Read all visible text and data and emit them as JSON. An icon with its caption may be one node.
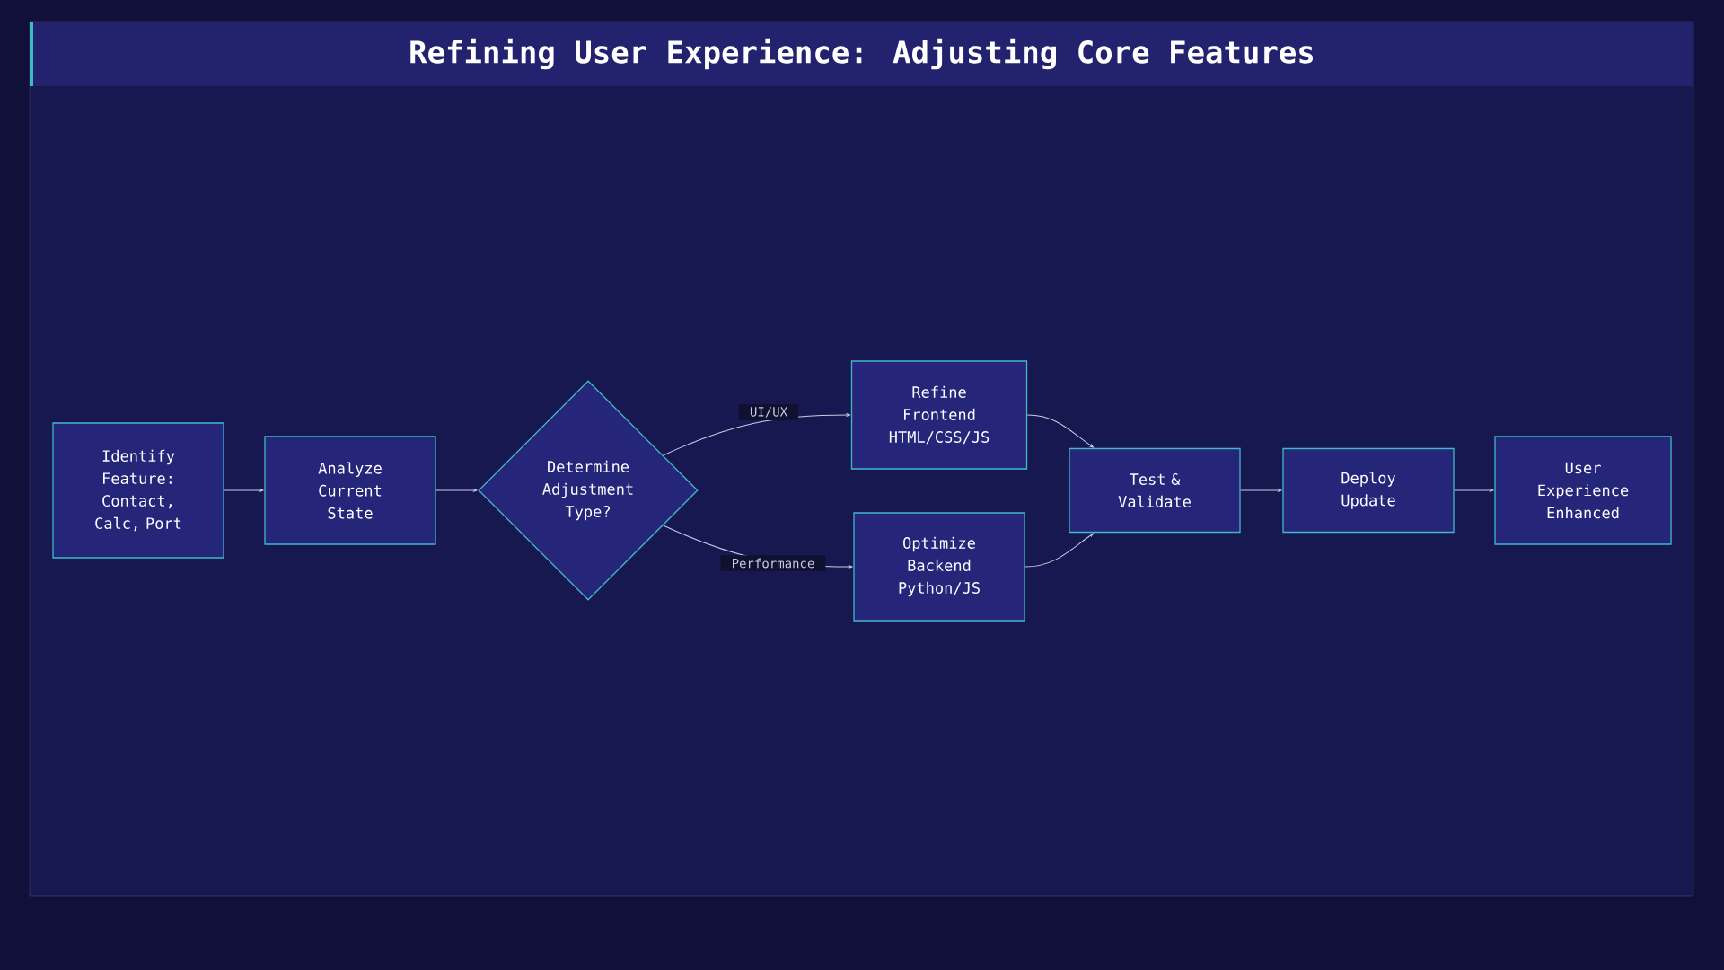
{
  "diagram": {
    "title": "Refining User Experience: Adjusting Core Features",
    "nodes": [
      {
        "text": [
          "Identify Feature: Contact, Calc, Port"
        ]
      },
      {
        "text": [
          "Analyze Current State"
        ]
      },
      {
        "text": [
          "Determine Adjustment Type?"
        ]
      },
      {
        "text": [
          "Refine Frontend HTML/CSS/JS"
        ]
      },
      {
        "text": [
          "Optimize Backend Python/JS"
        ]
      },
      {
        "text": [
          "Test & Validate"
        ]
      },
      {
        "text": [
          "Deploy Update"
        ]
      },
      {
        "text": [
          "User Experience Enhanced"
        ]
      }
    ],
    "edges": [
      {
        "from": 0,
        "to": 1,
        "arrow": "to"
      },
      {
        "from": 1,
        "to": 2,
        "arrow": "to"
      },
      {
        "from": 2,
        "to": 3,
        "arrow": "to",
        "label": "UI/UX"
      },
      {
        "from": 2,
        "to": 4,
        "arrow": "to",
        "label": "Performance"
      },
      {
        "from": 3,
        "to": 5,
        "arrow": "to"
      },
      {
        "from": 4,
        "to": 5,
        "arrow": "to"
      },
      {
        "from": 5,
        "to": 6,
        "arrow": "to"
      },
      {
        "from": 6,
        "to": 7,
        "arrow": "to"
      }
    ]
  }
}
